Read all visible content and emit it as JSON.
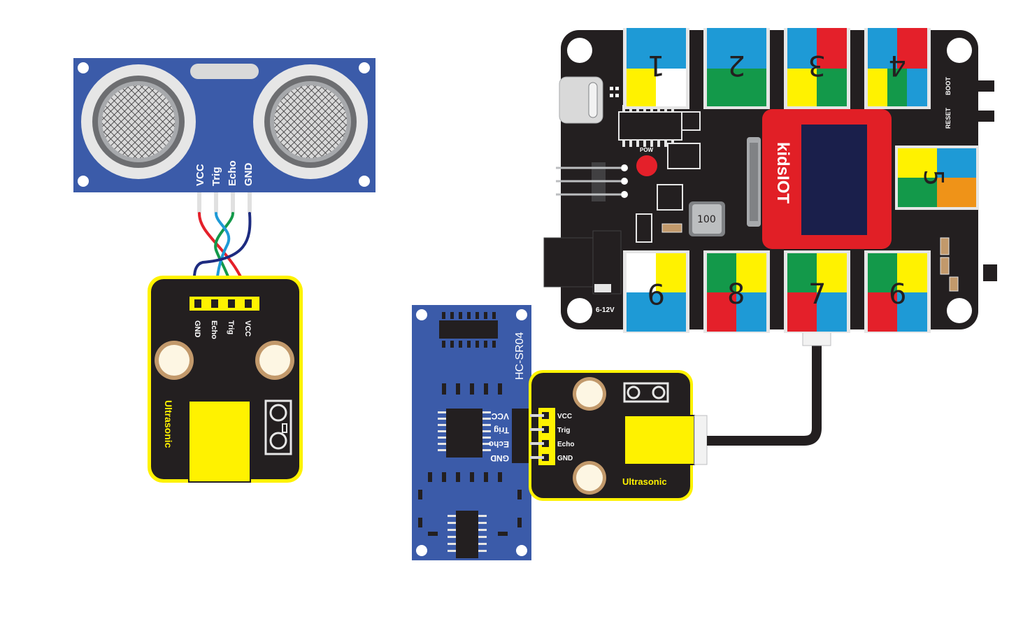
{
  "hc_sr04_front": {
    "pins": [
      "VCC",
      "Trig",
      "Echo",
      "GND"
    ]
  },
  "adapter_left": {
    "pins": [
      "GND",
      "Echo",
      "Trig",
      "VCC"
    ],
    "name": "Ultrasonic"
  },
  "hc_sr04_back": {
    "model": "HC-SR04",
    "pins": [
      "VCC",
      "Trig",
      "Echo",
      "GND"
    ]
  },
  "adapter_right": {
    "pins": [
      "VCC",
      "Trig",
      "Echo",
      "GND"
    ],
    "name": "Ultrasonic"
  },
  "board": {
    "brand": "kidsIOT",
    "pow_label": "POW",
    "boot_label": "BOOT",
    "reset_label": "RESET",
    "power_label": "6-12V",
    "inductor_label": "100",
    "ports_top": [
      "1",
      "2",
      "3",
      "4"
    ],
    "port_side": "5",
    "ports_bottom": [
      "9",
      "8",
      "7",
      "6"
    ]
  },
  "colors": {
    "sensor_blue": "#3b5ba9",
    "module_yellow": "#fff200",
    "board_black": "#231f20",
    "oled_red": "#e11f26",
    "port_blue": "#1e9ad6",
    "port_green": "#13994a",
    "port_red": "#e4202a",
    "port_orange": "#ef9318",
    "wire_red": "#e4202a",
    "wire_green": "#13994a",
    "wire_blue": "#1e9ad6",
    "wire_navy": "#1d2b80"
  }
}
